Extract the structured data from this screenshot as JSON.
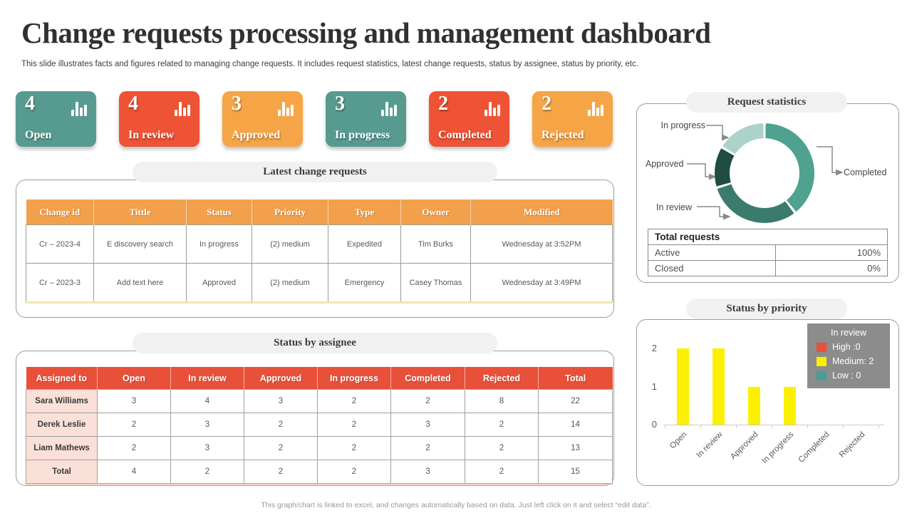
{
  "slide": {
    "title": "Change requests processing and management dashboard",
    "subtitle": "This slide illustrates facts and figures related to managing change requests. It includes request statistics, latest change requests, status by assignee, status by priority, etc.",
    "footer_note": "This graph/chart is linked to excel, and changes automatically based on data. Just left click on it and select “edit data”."
  },
  "kpi_cards": [
    {
      "value": "4",
      "label": "Open",
      "color": "#579B90"
    },
    {
      "value": "4",
      "label": "In review",
      "color": "#ED5334"
    },
    {
      "value": "3",
      "label": "Approved",
      "color": "#F6A546"
    },
    {
      "value": "3",
      "label": "In progress",
      "color": "#579B90"
    },
    {
      "value": "2",
      "label": "Completed",
      "color": "#ED5334"
    },
    {
      "value": "2",
      "label": "Rejected",
      "color": "#F6A546"
    }
  ],
  "latest_change_requests": {
    "section_title": "Latest change requests",
    "columns": [
      "Change id",
      "Tittle",
      "Status",
      "Priority",
      "Type",
      "Owner",
      "Modified"
    ],
    "rows": [
      [
        "Cr – 2023-4",
        "E discovery search",
        "In progress",
        "(2) medium",
        "Expedited",
        "Tim Burks",
        "Wednesday at 3:52PM"
      ],
      [
        "Cr – 2023-3",
        "Add text here",
        "Approved",
        "(2) medium",
        "Emergency",
        "Casey Thomas",
        "Wednesday at 3:49PM"
      ]
    ]
  },
  "request_statistics": {
    "section_title": "Request statistics",
    "totals": {
      "header": "Total requests",
      "rows": [
        {
          "label": "Active",
          "value": "100%"
        },
        {
          "label": "Closed",
          "value": "0%"
        }
      ]
    }
  },
  "status_by_assignee": {
    "section_title": "Status by assignee",
    "columns": [
      "Assigned to",
      "Open",
      "In review",
      "Approved",
      "In progress",
      "Completed",
      "Rejected",
      "Total"
    ],
    "rows": [
      [
        "Sara Williams",
        "3",
        "4",
        "3",
        "2",
        "2",
        "8",
        "22"
      ],
      [
        "Derek Leslie",
        "2",
        "3",
        "2",
        "2",
        "3",
        "2",
        "14"
      ],
      [
        "Liam Mathews",
        "2",
        "3",
        "2",
        "2",
        "2",
        "2",
        "13"
      ],
      [
        "Total",
        "4",
        "2",
        "2",
        "2",
        "3",
        "2",
        "15"
      ]
    ]
  },
  "status_by_priority": {
    "section_title": "Status by priority"
  },
  "chart_data": [
    {
      "type": "pie",
      "subtype": "donut",
      "title": "Request statistics",
      "labels": [
        "Completed",
        "In review",
        "Approved",
        "In progress"
      ],
      "values_pct_estimated": [
        40,
        31,
        13,
        16
      ],
      "colors": [
        "#4EA28F",
        "#3B7B6D",
        "#204C41",
        "#ACD3C9"
      ],
      "legend_position": "callouts"
    },
    {
      "type": "bar",
      "title": "Status by priority",
      "categories": [
        "Open",
        "In review",
        "Approved",
        "In progress",
        "Completed",
        "Rejected"
      ],
      "values": [
        2,
        2,
        1,
        1,
        0,
        0
      ],
      "bar_color": "#FBF000",
      "ylim": [
        0,
        2
      ],
      "yticks": [
        0,
        1,
        2
      ],
      "grid": false,
      "legend": {
        "title": "In review",
        "position": "top-right",
        "items": [
          {
            "label": "High :0",
            "color": "#E8503A"
          },
          {
            "label": "Medium: 2",
            "color": "#FBF000"
          },
          {
            "label": "Low : 0",
            "color": "#4A9D94"
          }
        ]
      }
    }
  ]
}
